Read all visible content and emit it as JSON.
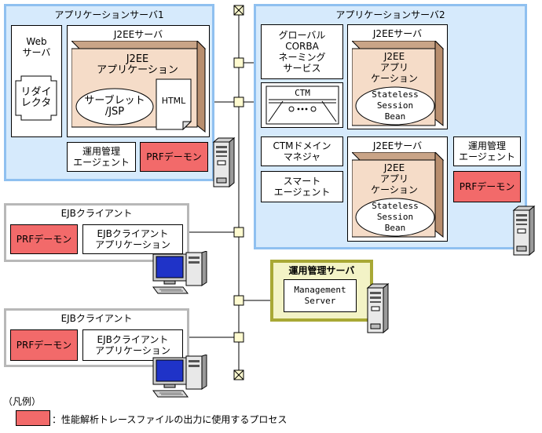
{
  "colors": {
    "panel_blue": "#d6eafc",
    "panel_blue_border": "#8fc0f0",
    "process_red": "#f26a6a",
    "component_beige": "#f5dcc8",
    "mgmt_olive": "#a8a835"
  },
  "app_server1": {
    "title": "アプリケーションサーバ1",
    "web_server": "Web\nサーバ",
    "redirector": "リダイ\nレクタ",
    "j2ee_server": {
      "title": "J2EEサーバ",
      "j2ee_app": "J2EE\nアプリケーション",
      "servlet": "サーブレット\n/JSP",
      "html": "HTML"
    },
    "ops_agent": "運用管理\nエージェント",
    "prf_daemon": "PRFデーモン"
  },
  "app_server2": {
    "title": "アプリケーションサーバ2",
    "corba": "グローバル\nCORBA\nネーミング\nサービス",
    "ctm": "CTM",
    "ctm_domain_manager": "CTMドメイン\nマネジャ",
    "smart_agent": "スマート\nエージェント",
    "j2ee_server_top": {
      "title": "J2EEサーバ",
      "app": "J2EE\nアプリ\nケーション",
      "bean": "Stateless\nSession\nBean"
    },
    "j2ee_server_bottom": {
      "title": "J2EEサーバ",
      "app": "J2EE\nアプリ\nケーション",
      "bean": "Stateless\nSession\nBean"
    },
    "ops_agent": "運用管理\nエージェント",
    "prf_daemon": "PRFデーモン"
  },
  "ejb_client1": {
    "title": "EJBクライアント",
    "prf_daemon": "PRFデーモン",
    "app": "EJBクライアント\nアプリケーション"
  },
  "ejb_client2": {
    "title": "EJBクライアント",
    "prf_daemon": "PRFデーモン",
    "app": "EJBクライアント\nアプリケーション"
  },
  "mgmt_server": {
    "title": "運用管理サーバ",
    "box": "Management\nServer"
  },
  "legend": {
    "heading": "（凡例）",
    "text": "：性能解析トレースファイルの出力に使用するプロセス"
  }
}
